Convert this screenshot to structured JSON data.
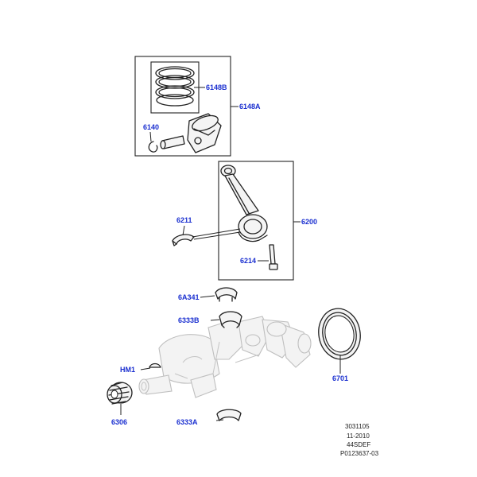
{
  "callouts": {
    "rings": "6148B",
    "piston_assembly": "6148A",
    "pin_and_clip": "6140",
    "con_rod_bearing": "6211",
    "con_rod": "6200",
    "con_rod_bolt": "6214",
    "thrust_washer": "6A341",
    "upper_main_bearing": "6333B",
    "rear_seal": "6701",
    "key": "HM1",
    "timing_sprocket": "6306",
    "lower_main_bearing": "6333A"
  },
  "reference": {
    "line1": "3031105",
    "line2": "11-2010",
    "line3": "44SDEF",
    "line4": "P0123637-03"
  },
  "colors": {
    "callout": "#1a2fd0",
    "line": "#222222",
    "ghost": "#c4c4c4"
  }
}
